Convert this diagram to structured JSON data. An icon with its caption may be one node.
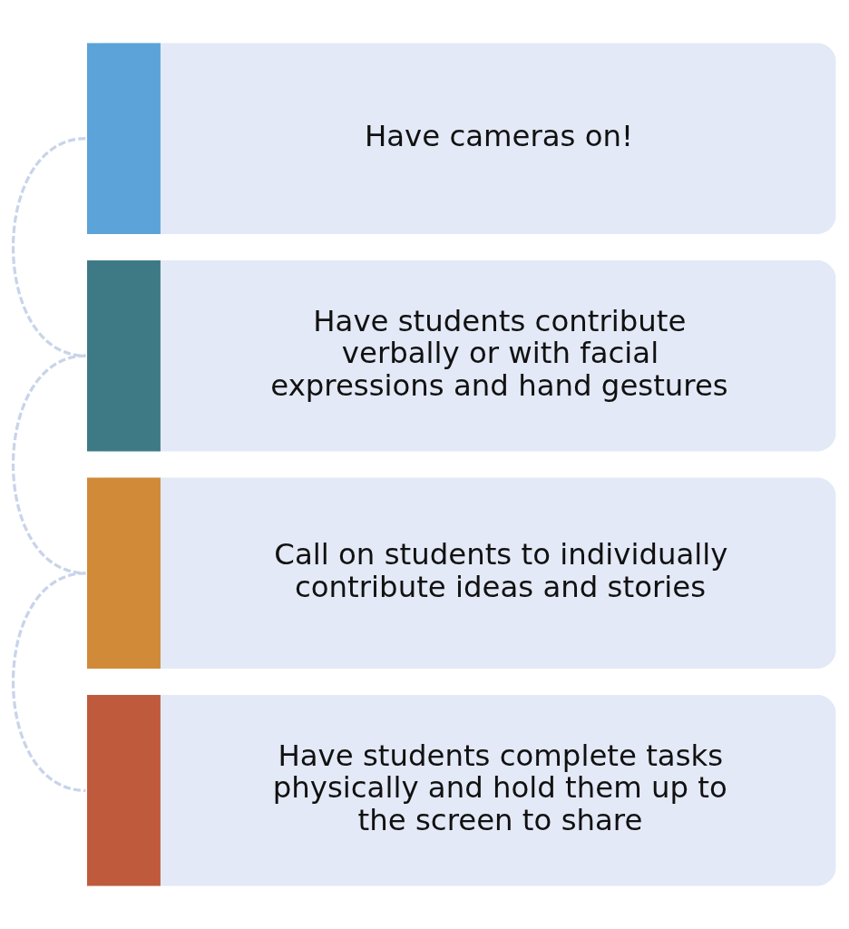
{
  "diagram": {
    "nodes": [
      {
        "text": [
          "Have cameras on!"
        ]
      },
      {
        "text": [
          "Have students contribute verbally or with facial expressions and hand gestures"
        ]
      },
      {
        "text": [
          "Call on students to individually contribute ideas and stories"
        ]
      },
      {
        "text": [
          "Have students complete tasks physically and hold them up to the screen to share"
        ]
      }
    ],
    "edges": [
      {
        "from": 0,
        "to": 1,
        "arrow": "none",
        "style": "dashed"
      },
      {
        "from": 1,
        "to": 2,
        "arrow": "none",
        "style": "dashed"
      },
      {
        "from": 2,
        "to": 3,
        "arrow": "none",
        "style": "dashed"
      }
    ]
  }
}
